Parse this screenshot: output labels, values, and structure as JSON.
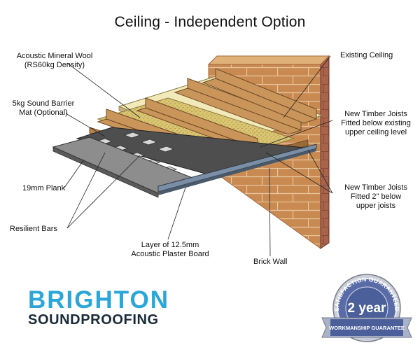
{
  "title": "Ceiling - Independent Option",
  "labels": {
    "mineral_wool_line1": "Acoustic Mineral Wool",
    "mineral_wool_line2": "(RS60kg Density)",
    "barrier_mat_line1": "5kg Sound Barrier",
    "barrier_mat_line2": "Mat (Optional)",
    "plank": "19mm Plank",
    "resilient_bars": "Resilient Bars",
    "plaster_line1": "Layer of 12.5mm",
    "plaster_line2": "Acoustic Plaster Board",
    "brick_wall": "Brick Wall",
    "existing_ceiling": "Existing Ceiling",
    "joists_below_line1": "New Timber Joists",
    "joists_below_line2": "Fitted below existing",
    "joists_below_line3": "upper ceiling level",
    "joists_2in_line1": "New Timber Joists",
    "joists_2in_line2": "Fitted 2\" below",
    "joists_2in_line3": "upper joists"
  },
  "brand": {
    "top": "BRIGHTON",
    "bottom": "SOUNDPROOFING"
  },
  "badge": {
    "ring_text": "SATISFACTION GUARANTEED",
    "main": "2 year",
    "ribbon": "WORKMANSHIP GUARANTEE"
  },
  "colors": {
    "brick": "#c98a52",
    "mortar": "#e9c7a0",
    "timber": "#c9955a",
    "wool": "#d9c572",
    "mat": "#555555",
    "plaster": "#7a8fa6",
    "brand_blue": "#2ba6d8",
    "badge_blue": "#4b5f9b"
  }
}
